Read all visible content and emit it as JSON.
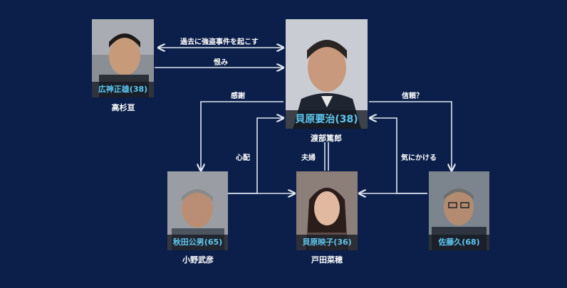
{
  "characters": {
    "kaibara_keiji": {
      "role": "貝原要治(38)",
      "actor": "渡部篤郎"
    },
    "hirokami": {
      "role": "広神正雄(38)",
      "actor": "高杉亘"
    },
    "akita": {
      "role": "秋田公男(65)",
      "actor": "小野武彦"
    },
    "kaibara_eiko": {
      "role": "貝原映子(36)",
      "actor": "戸田菜穂"
    },
    "sato": {
      "role": "佐藤久(68)",
      "actor": ""
    }
  },
  "relations": {
    "past_robbery": "過去に強盗事件を起こす",
    "grudge": "恨み",
    "gratitude": "感謝",
    "trust": "信頼？",
    "worry": "心配",
    "married": "夫婦",
    "concern": "気にかける"
  },
  "colors": {
    "background": "#0b1f4a",
    "caption_text": "#5ec8f0",
    "line": "#dfe6f0"
  }
}
